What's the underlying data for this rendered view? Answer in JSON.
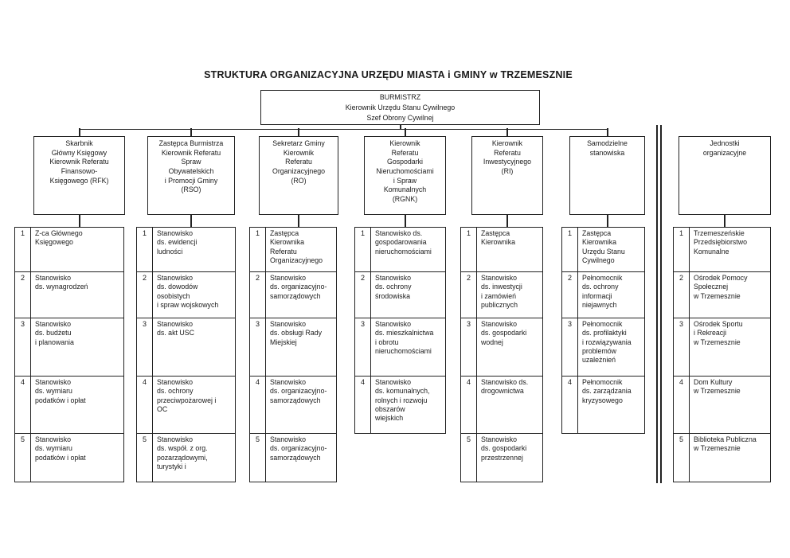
{
  "title": "STRUKTURA ORGANIZACYJNA URZĘDU MIASTA i GMINY w TRZEMESZNIE",
  "root_box": "BURMISTRZ\nKierownik Urzędu Stanu Cywilnego\nSzef Obrony Cywilnej",
  "colors": {
    "line": "#222222",
    "text": "#1a1a1a",
    "background": "#ffffff"
  },
  "columns": [
    {
      "header": "Skarbnik\nGłówny Księgowy\nKierownik Referatu\nFinansowo-\nKsięgowego (RFK)",
      "items": [
        {
          "num": "1",
          "text": "Z-ca Głównego\nKsięgowego"
        },
        {
          "num": "2",
          "text": "Stanowisko\nds. wynagrodzeń"
        },
        {
          "num": "3",
          "text": "Stanowisko\nds. budżetu\ni planowania"
        },
        {
          "num": "4",
          "text": "Stanowisko\nds. wymiaru\npodatków i opłat"
        },
        {
          "num": "5",
          "text": "Stanowisko\nds. wymiaru\npodatków i opłat"
        }
      ]
    },
    {
      "header": "Zastępca Burmistrza\nKierownik Referatu\nSpraw\nObywatelskich\ni Promocji Gminy\n(RSO)",
      "items": [
        {
          "num": "1",
          "text": "Stanowisko\nds. ewidencji\nludności"
        },
        {
          "num": "2",
          "text": "Stanowisko\nds. dowodów\nosobistych\ni spraw wojskowych"
        },
        {
          "num": "3",
          "text": "Stanowisko\nds. akt USC"
        },
        {
          "num": "4",
          "text": "Stanowisko\nds. ochrony\nprzeciwpożarowej i\nOC"
        },
        {
          "num": "5",
          "text": "Stanowisko\nds. współ. z org.\npozarządowymi,\nturystyki i"
        }
      ]
    },
    {
      "header": "Sekretarz Gminy\nKierownik\nReferatu\nOrganizacyjnego\n(RO)",
      "items": [
        {
          "num": "1",
          "text": "Zastępca\nKierownika\nReferatu\nOrganizacyjnego"
        },
        {
          "num": "2",
          "text": "Stanowisko\nds. organizacyjno-\nsamorządowych"
        },
        {
          "num": "3",
          "text": "Stanowisko\nds. obsługi Rady\nMiejskiej"
        },
        {
          "num": "4",
          "text": "Stanowisko\nds. organizacyjno-\nsamorządowych"
        },
        {
          "num": "5",
          "text": "Stanowisko\nds. organizacyjno-\nsamorządowych"
        }
      ]
    },
    {
      "header": "Kierownik\nReferatu\nGospodarki\nNieruchomościami\ni Spraw\nKomunalnych\n(RGNK)",
      "items": [
        {
          "num": "1",
          "text": "Stanowisko ds.\ngospodarowania\nnieruchomościami"
        },
        {
          "num": "2",
          "text": "Stanowisko\nds. ochrony\nśrodowiska"
        },
        {
          "num": "3",
          "text": "Stanowisko\nds. mieszkalnictwa\ni obrotu\nnieruchomościami"
        },
        {
          "num": "4",
          "text": "Stanowisko\nds. komunalnych,\nrolnych i rozwoju\nobszarów\nwiejskich"
        }
      ]
    },
    {
      "header": "Kierownik\nReferatu\nInwestycyjnego\n(RI)",
      "items": [
        {
          "num": "1",
          "text": "Zastępca\nKierownika"
        },
        {
          "num": "2",
          "text": "Stanowisko\nds. inwestycji\ni zamówień\npublicznych"
        },
        {
          "num": "3",
          "text": "Stanowisko\nds. gospodarki\nwodnej"
        },
        {
          "num": "4",
          "text": "Stanowisko ds.\ndrogownictwa"
        },
        {
          "num": "5",
          "text": "Stanowisko\nds. gospodarki\nprzestrzennej"
        }
      ]
    },
    {
      "header": "Samodzielne\nstanowiska",
      "items": [
        {
          "num": "1",
          "text": "Zastępca\nKierownika\nUrzędu Stanu\nCywilnego"
        },
        {
          "num": "2",
          "text": "Pełnomocnik\nds. ochrony\ninformacji\nniejawnych"
        },
        {
          "num": "3",
          "text": "Pełnomocnik\nds. profilaktyki\ni rozwiązywania\nproblemów\nuzależnień"
        },
        {
          "num": "4",
          "text": "Pełnomocnik\nds. zarządzania\nkryzysowego"
        }
      ]
    },
    {
      "header": "Jednostki\norganizacyjne",
      "items": [
        {
          "num": "1",
          "text": "Trzemeszeńskie\nPrzedsiębiorstwo\nKomunalne"
        },
        {
          "num": "2",
          "text": "Ośrodek Pomocy\nSpołecznej\nw Trzemesznie"
        },
        {
          "num": "3",
          "text": "Ośrodek Sportu\ni Rekreacji\nw Trzemesznie"
        },
        {
          "num": "4",
          "text": "Dom Kultury\nw Trzemesznie"
        },
        {
          "num": "5",
          "text": "Biblioteka Publiczna\nw Trzemesznie"
        }
      ]
    }
  ]
}
